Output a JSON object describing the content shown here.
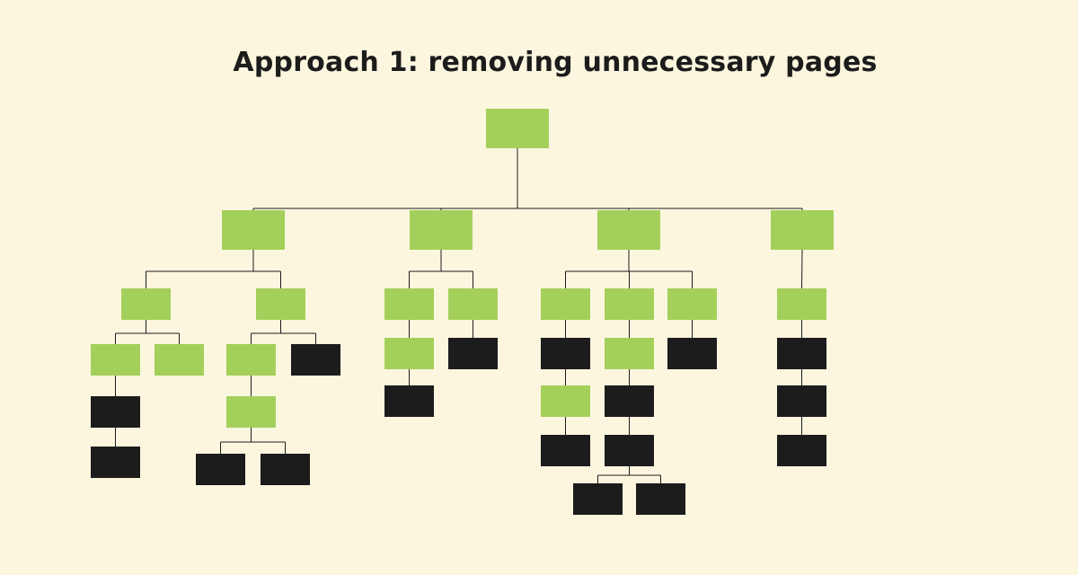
{
  "title": "Approach 1: removing unnecessary pages",
  "colors": {
    "kept_page": "#a3d05a",
    "removed_page": "#1c1c1c",
    "connector": "#1c1c1c",
    "background": "#fdf6df"
  },
  "legend_semantics": {
    "kept": "green",
    "removed": "black"
  },
  "tree": {
    "status": "kept",
    "children": [
      {
        "status": "kept",
        "children": [
          {
            "status": "kept",
            "children": [
              {
                "status": "kept",
                "children": [
                  {
                    "status": "removed",
                    "children": [
                      {
                        "status": "removed",
                        "children": []
                      }
                    ]
                  }
                ]
              },
              {
                "status": "kept",
                "children": []
              }
            ]
          },
          {
            "status": "kept",
            "children": [
              {
                "status": "kept",
                "children": [
                  {
                    "status": "kept",
                    "children": [
                      {
                        "status": "removed",
                        "children": []
                      },
                      {
                        "status": "removed",
                        "children": []
                      }
                    ]
                  }
                ]
              },
              {
                "status": "removed",
                "children": []
              }
            ]
          }
        ]
      },
      {
        "status": "kept",
        "children": [
          {
            "status": "kept",
            "children": [
              {
                "status": "kept",
                "children": [
                  {
                    "status": "removed",
                    "children": []
                  }
                ]
              }
            ]
          },
          {
            "status": "kept",
            "children": [
              {
                "status": "removed",
                "children": []
              }
            ]
          }
        ]
      },
      {
        "status": "kept",
        "children": [
          {
            "status": "kept",
            "children": [
              {
                "status": "removed",
                "children": [
                  {
                    "status": "kept",
                    "children": [
                      {
                        "status": "removed",
                        "children": []
                      }
                    ]
                  }
                ]
              }
            ]
          },
          {
            "status": "kept",
            "children": [
              {
                "status": "kept",
                "children": [
                  {
                    "status": "removed",
                    "children": [
                      {
                        "status": "removed",
                        "children": [
                          {
                            "status": "removed",
                            "children": []
                          },
                          {
                            "status": "removed",
                            "children": []
                          }
                        ]
                      }
                    ]
                  }
                ]
              }
            ]
          },
          {
            "status": "kept",
            "children": [
              {
                "status": "removed",
                "children": []
              }
            ]
          }
        ]
      },
      {
        "status": "kept",
        "children": [
          {
            "status": "kept",
            "children": [
              {
                "status": "removed",
                "children": [
                  {
                    "status": "removed",
                    "children": [
                      {
                        "status": "removed",
                        "children": []
                      }
                    ]
                  }
                ]
              }
            ]
          }
        ]
      }
    ]
  }
}
